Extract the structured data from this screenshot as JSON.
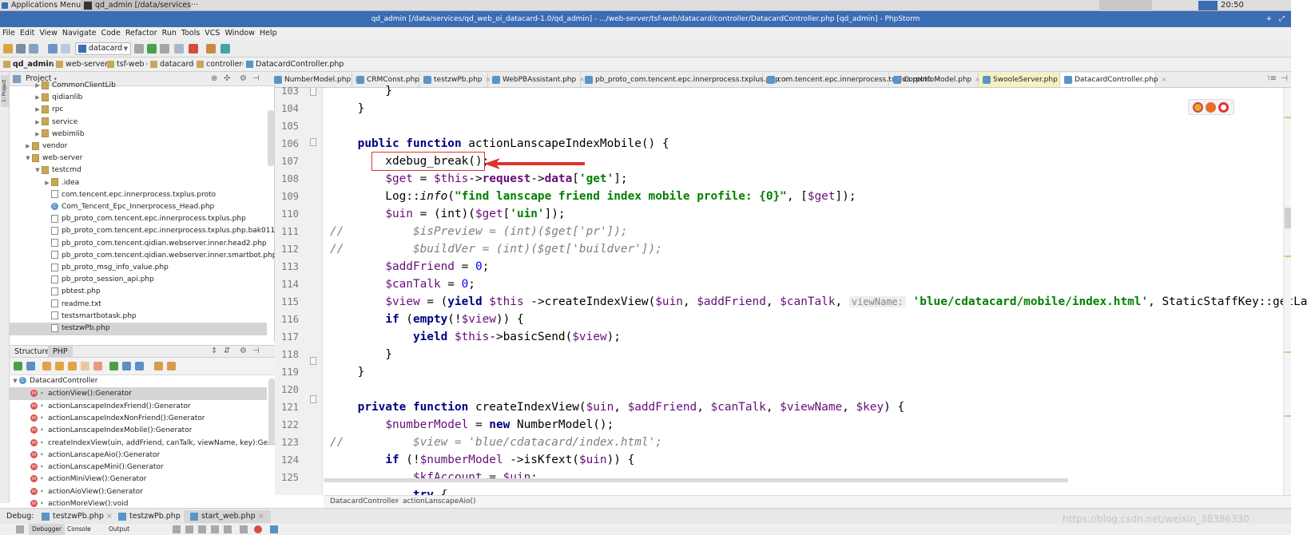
{
  "taskbar": {
    "applications_menu": "Applications Menu",
    "window_task": "qd_admin [/data/services···",
    "clock": "20:50"
  },
  "window": {
    "title": "qd_admin [/data/services/qd_web_oi_datacard-1.0/qd_admin] - .../web-server/tsf-web/datacard/controller/DatacardController.php [qd_admin] - PhpStorm"
  },
  "menu": {
    "items": [
      "File",
      "Edit",
      "View",
      "Navigate",
      "Code",
      "Refactor",
      "Run",
      "Tools",
      "VCS",
      "Window",
      "Help"
    ]
  },
  "toolbar": {
    "run_config": "datacard"
  },
  "navbar": {
    "crumbs": [
      "qd_admin",
      "web-server",
      "tsf-web",
      "datacard",
      "controller",
      "DatacardController.php"
    ]
  },
  "project": {
    "header": "Project",
    "tree": [
      {
        "label": "CommonClientLib",
        "kind": "folder",
        "depth": 2,
        "expanded": false
      },
      {
        "label": "qidianlib",
        "kind": "folder",
        "depth": 2,
        "expanded": false
      },
      {
        "label": "rpc",
        "kind": "folder",
        "depth": 2,
        "expanded": false
      },
      {
        "label": "service",
        "kind": "folder",
        "depth": 2,
        "expanded": false
      },
      {
        "label": "webimlib",
        "kind": "folder",
        "depth": 2,
        "expanded": false
      },
      {
        "label": "vendor",
        "kind": "folder",
        "depth": 1,
        "expanded": false
      },
      {
        "label": "web-server",
        "kind": "folder",
        "depth": 1,
        "expanded": true
      },
      {
        "label": "testcmd",
        "kind": "folder",
        "depth": 2,
        "expanded": true
      },
      {
        "label": ".idea",
        "kind": "folder",
        "depth": 3,
        "expanded": false
      },
      {
        "label": "com.tencent.epc.innerprocess.txplus.proto",
        "kind": "file",
        "depth": 3
      },
      {
        "label": "Com_Tencent_Epc_Innerprocess_Head.php",
        "kind": "class",
        "depth": 3
      },
      {
        "label": "pb_proto_com.tencent.epc.innerprocess.txplus.php",
        "kind": "file",
        "depth": 3
      },
      {
        "label": "pb_proto_com.tencent.epc.innerprocess.txplus.php.bak0111",
        "kind": "file",
        "depth": 3
      },
      {
        "label": "pb_proto_com.tencent.qidian.webserver.inner.head2.php",
        "kind": "file",
        "depth": 3
      },
      {
        "label": "pb_proto_com.tencent.qidian.webserver.inner.smartbot.php",
        "kind": "file",
        "depth": 3
      },
      {
        "label": "pb_proto_msg_info_value.php",
        "kind": "file",
        "depth": 3
      },
      {
        "label": "pb_proto_session_api.php",
        "kind": "file",
        "depth": 3
      },
      {
        "label": "pbtest.php",
        "kind": "file",
        "depth": 3
      },
      {
        "label": "readme.txt",
        "kind": "file",
        "depth": 3
      },
      {
        "label": "testsmartbotask.php",
        "kind": "file",
        "depth": 3
      },
      {
        "label": "testzwPb.php",
        "kind": "file",
        "depth": 3,
        "selected": true
      }
    ]
  },
  "structure": {
    "tabs": [
      "Structure",
      "PHP"
    ],
    "class_name": "DatacardController",
    "methods": [
      {
        "label": "actionView():Generator",
        "selected": true
      },
      {
        "label": "actionLanscapeIndexFriend():Generator"
      },
      {
        "label": "actionLanscapeIndexNonFriend():Generator"
      },
      {
        "label": "actionLanscapeIndexMobile():Generator"
      },
      {
        "label": "createIndexView(uin, addFriend, canTalk, viewName, key):Generator"
      },
      {
        "label": "actionLanscapeAio():Generator"
      },
      {
        "label": "actionLanscapeMini():Generator"
      },
      {
        "label": "actionMiniView():Generator"
      },
      {
        "label": "actionAioView():Generator"
      },
      {
        "label": "actionMoreView():void"
      }
    ]
  },
  "editor_tabs": [
    {
      "label": "NumberModel.php"
    },
    {
      "label": "CRMConst.php"
    },
    {
      "label": "testzwPb.php"
    },
    {
      "label": "WebPBAssistant.php"
    },
    {
      "label": "pb_proto_com.tencent.epc.innerprocess.txplus.php"
    },
    {
      "label": "com.tencent.epc.innerprocess.txplus.proto"
    },
    {
      "label": "CorpInfoModel.php"
    },
    {
      "label": "SwooleServer.php",
      "highlight": true
    },
    {
      "label": "DatacardController.php",
      "active": true
    }
  ],
  "editor": {
    "line_numbers": [
      "103",
      "104",
      "105",
      "106",
      "107",
      "108",
      "109",
      "110",
      "111",
      "112",
      "113",
      "114",
      "115",
      "116",
      "117",
      "118",
      "119",
      "120",
      "121",
      "122",
      "123",
      "124",
      "125"
    ],
    "hint_view_name": "viewName:",
    "code_line_115_tail": "StaticStaffKey::getLa"
  },
  "breadcrumb_bottom": [
    "DatacardController",
    "actionLanscapeAio()"
  ],
  "debug": {
    "label": "Debug:",
    "tabs": [
      "testzwPb.php",
      "testzwPb.php",
      "start_web.php"
    ],
    "subtabs": [
      "Debugger",
      "Console",
      "Output"
    ]
  },
  "watermark": "https://blog.csdn.net/weixin_38386330"
}
